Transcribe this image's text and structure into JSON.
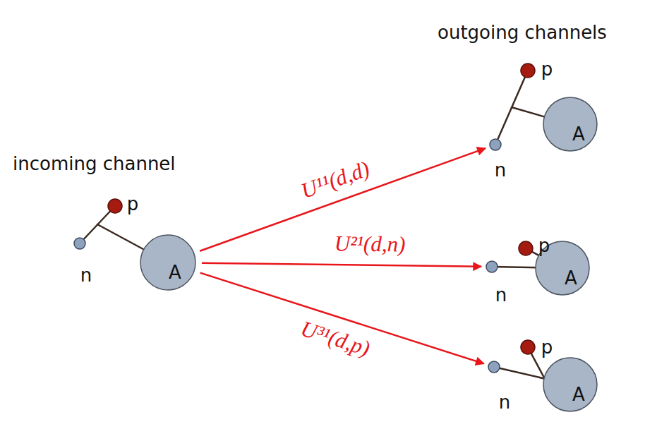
{
  "diagram": {
    "nodes": [
      {
        "text": [
          "p"
        ]
      },
      {
        "text": [
          "n"
        ]
      },
      {
        "text": [
          "A"
        ]
      },
      {
        "text": [
          "p"
        ]
      },
      {
        "text": [
          "n"
        ]
      },
      {
        "text": [
          "A"
        ]
      },
      {
        "text": [
          "p"
        ]
      },
      {
        "text": [
          "n"
        ]
      },
      {
        "text": [
          "A"
        ]
      },
      {
        "text": [
          "p"
        ]
      },
      {
        "text": [
          "n"
        ]
      },
      {
        "text": [
          "A"
        ]
      }
    ],
    "edges": [
      {
        "from": 5,
        "to": 1,
        "arrow": "to",
        "label": "U¹¹(d,d)"
      },
      {
        "from": 5,
        "to": 7,
        "arrow": "to",
        "label": "U²¹(d,n)"
      },
      {
        "from": 5,
        "to": 10,
        "arrow": "to",
        "label": "U³¹(d,p)"
      }
    ],
    "labels": [
      "outgoing channels",
      "incoming channel"
    ]
  }
}
